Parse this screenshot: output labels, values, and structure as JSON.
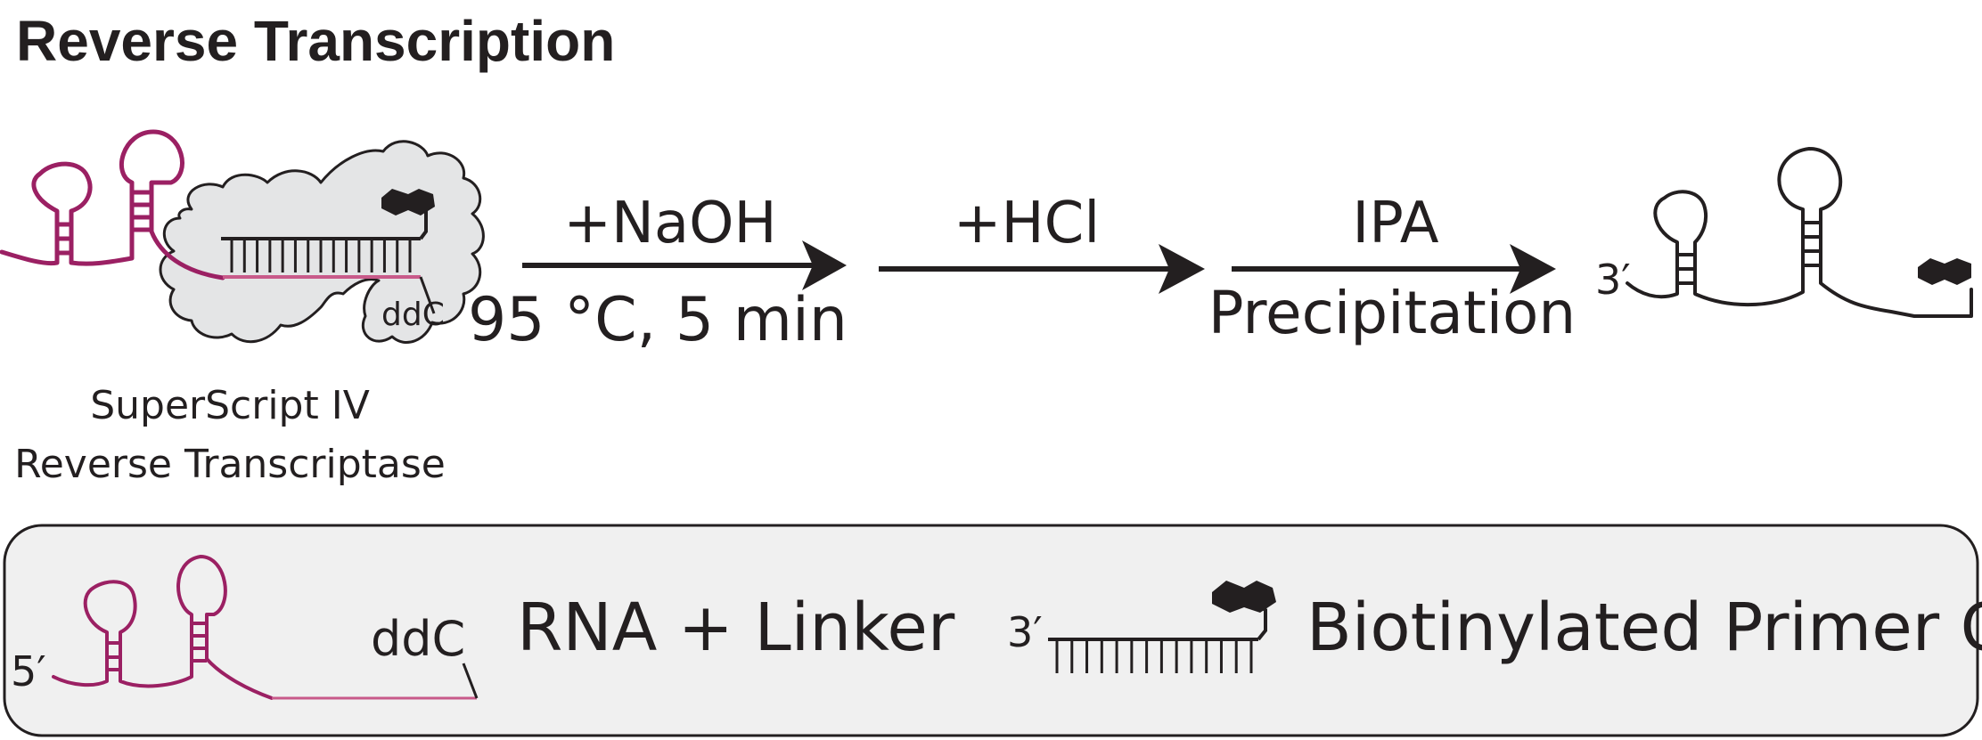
{
  "title": "Reverse Transcription",
  "enzyme": {
    "label_line1": "SuperScript IV",
    "label_line2": "Reverse Transcriptase",
    "terminator": "ddC"
  },
  "steps": [
    {
      "above": "+NaOH",
      "below": "95 °C, 5 min"
    },
    {
      "above": "+HCl",
      "below": ""
    },
    {
      "above": "IPA",
      "below": "Precipitation"
    }
  ],
  "product": {
    "end_label": "3′"
  },
  "legend": {
    "rna_five_prime": "5′",
    "rna_terminator": "ddC",
    "rna_label": "RNA + Linker",
    "primer_three_prime": "3′",
    "primer_label": "Biotinylated Primer C"
  },
  "colors": {
    "rna": "#9b2063",
    "linker": "#c85a8a",
    "ink": "#231f20",
    "enzyme_fill": "#e4e5e6",
    "legend_fill": "#f0f0f0"
  }
}
